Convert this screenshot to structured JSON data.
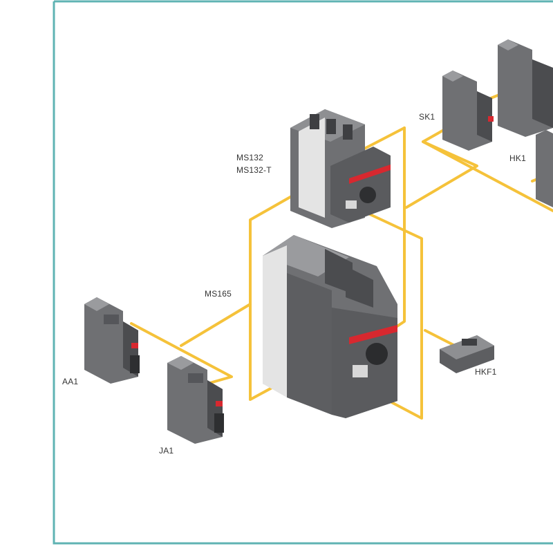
{
  "diagram": {
    "labels": {
      "sk1": "SK1",
      "hk1": "HK1",
      "ms132": "MS132",
      "ms132t": "MS132-T",
      "ms165": "MS165",
      "aa1": "AA1",
      "ja1": "JA1",
      "hkf1": "HKF1"
    }
  },
  "colors": {
    "frame": "#5fb3b3",
    "connector": "#f5c23a",
    "device_body": "#6f7073",
    "device_dark": "#4b4c4f",
    "device_light": "#9a9b9e",
    "panel_white": "#e4e4e4",
    "accent_red": "#d7282f"
  }
}
